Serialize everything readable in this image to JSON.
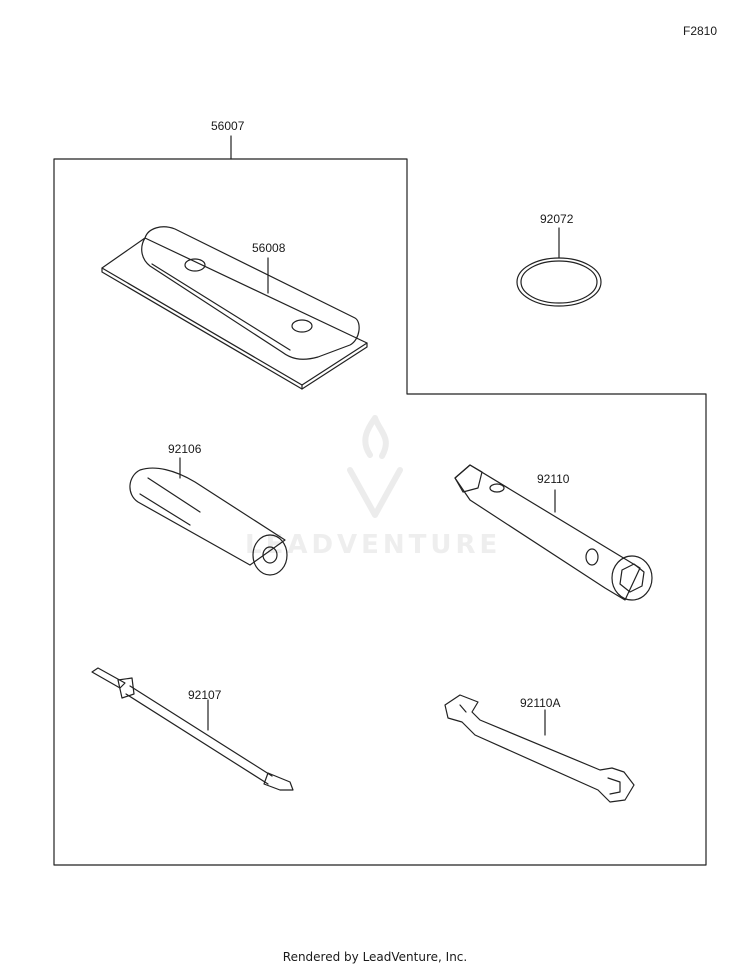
{
  "diagram_id": "F2810",
  "kit_label": "56007",
  "parts": [
    {
      "id": "56008"
    },
    {
      "id": "92072"
    },
    {
      "id": "92106"
    },
    {
      "id": "92110"
    },
    {
      "id": "92107"
    },
    {
      "id": "92110A"
    }
  ],
  "watermark": "LEADVENTURE",
  "footer": "Rendered by LeadVenture, Inc."
}
